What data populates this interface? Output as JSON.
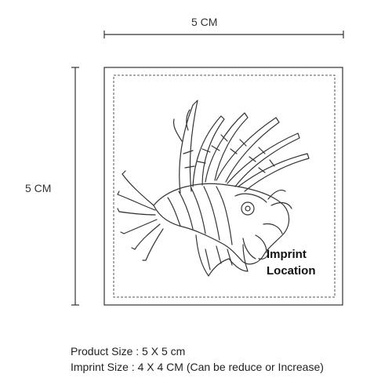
{
  "dimensions": {
    "width_label": "5 CM",
    "height_label": "5 CM"
  },
  "imprint_label": {
    "line1": "Imprint",
    "line2": "Location"
  },
  "specs": {
    "product_size": "Product Size : 5 X 5 cm",
    "imprint_size": "Imprint Size : 4 X 4  CM (Can be reduce or Increase)"
  },
  "artwork": {
    "subject": "lionfish-line-drawing"
  }
}
